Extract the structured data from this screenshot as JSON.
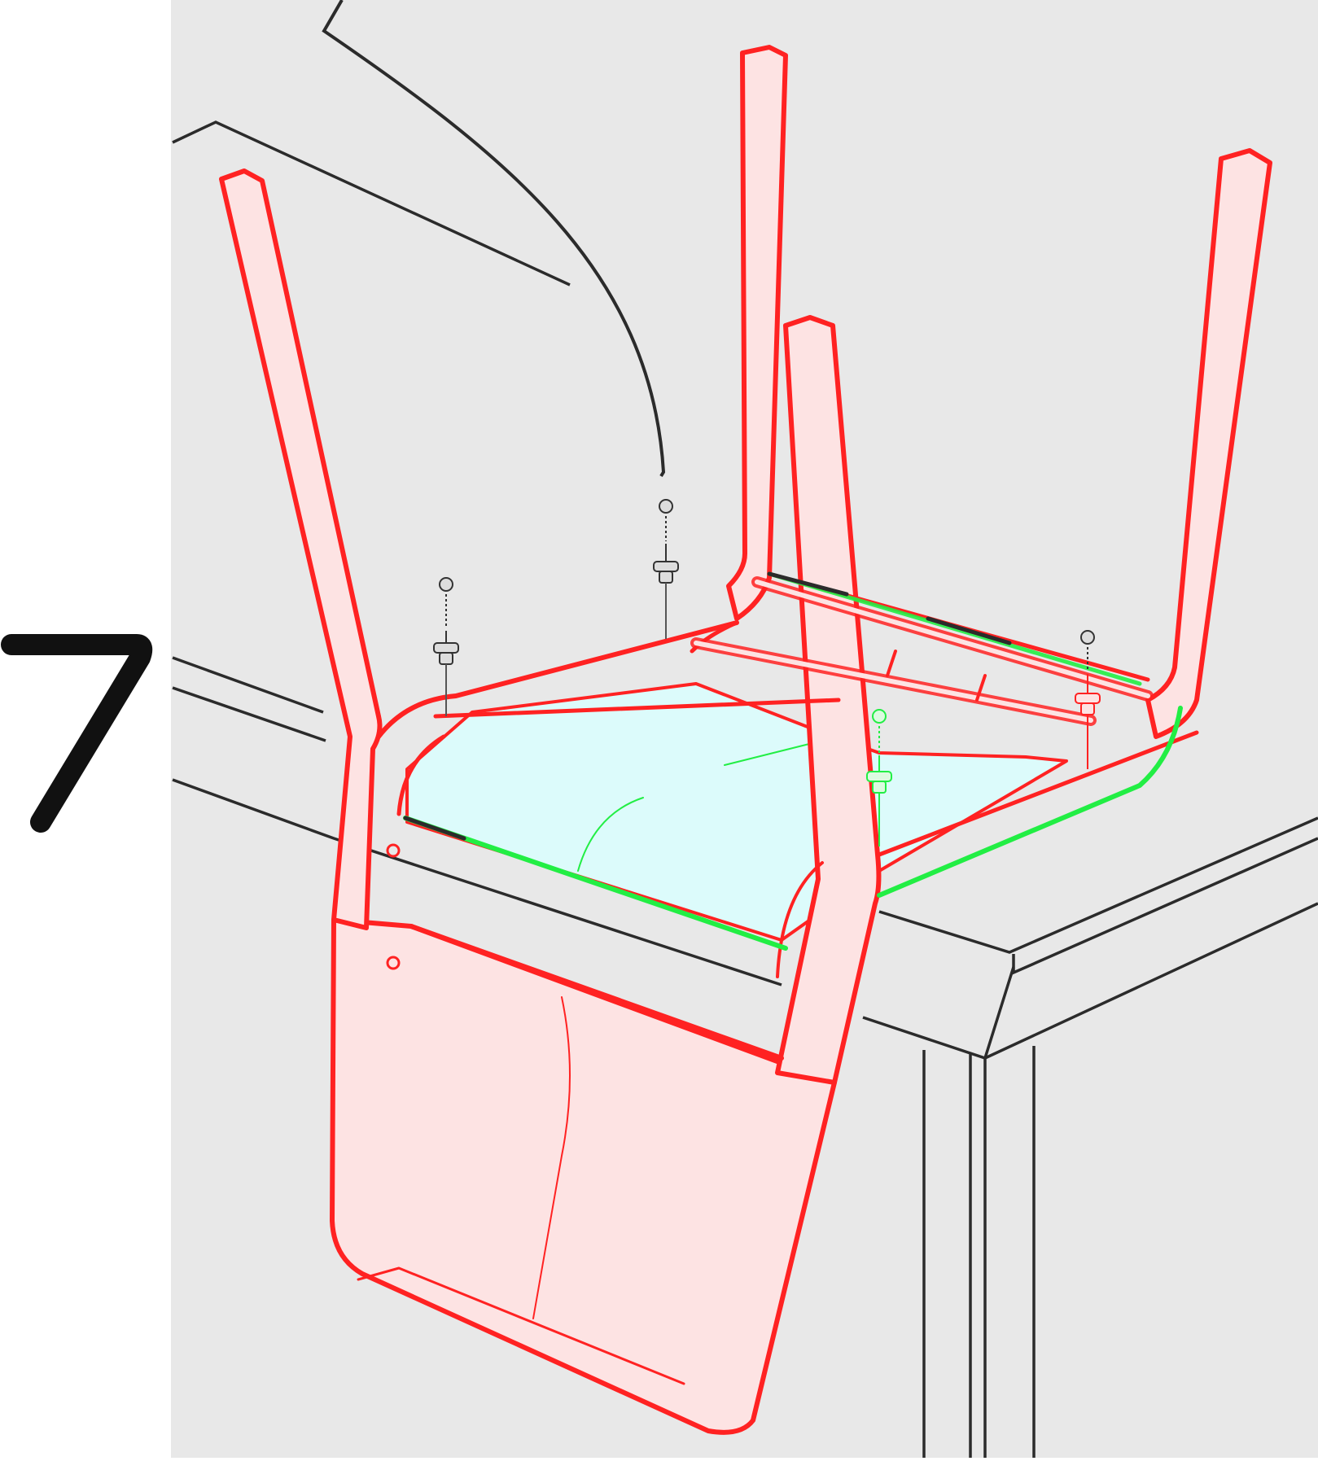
{
  "step": {
    "number": "7"
  },
  "colors": {
    "background_panel": "#e8e8e8",
    "page": "#ffffff",
    "line": "#2b2b2b",
    "chair_frame": "#ff2222",
    "chair_fill": "#fde3e3",
    "seat_fill": "#dcfbfb",
    "highlight": "#22ee44"
  },
  "parts": {
    "screws_total": 4,
    "highlighted_screw": "screw-3"
  },
  "icons": {
    "chair": "upside-down-chair-illustration",
    "table": "table-illustration",
    "screw": "screw-with-washer-icon",
    "callout": "callout-curve"
  }
}
